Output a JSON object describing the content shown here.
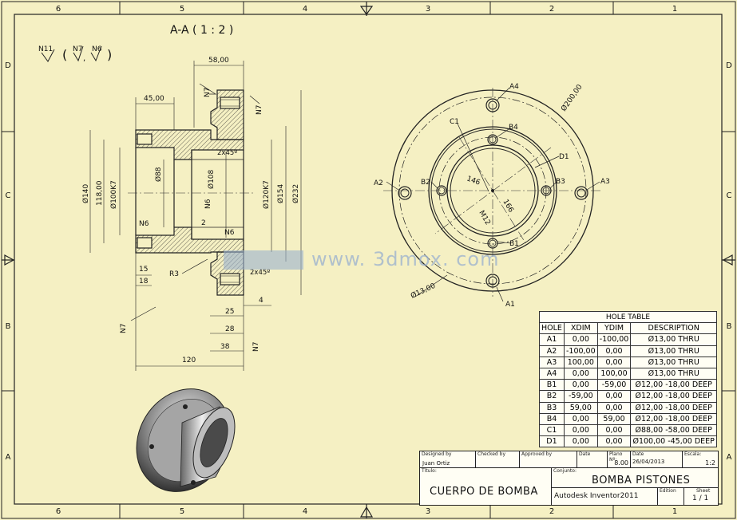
{
  "sheet": {
    "zone_columns": [
      "6",
      "5",
      "4",
      "3",
      "2",
      "1"
    ],
    "zone_rows": [
      "D",
      "C",
      "B",
      "A"
    ]
  },
  "section_view": {
    "title": "A-A ( 1 : 2 )",
    "surface_symbols": [
      "N11",
      "N7",
      "N6"
    ],
    "dims": {
      "d58": "58,00",
      "d45": "45,00",
      "chamfer_top": "2x45º",
      "chamfer_bottom": "2x45º",
      "d140": "Ø140",
      "d118": "118,00",
      "d100k7": "Ø100K7",
      "d88": "Ø88",
      "d108": "Ø108",
      "d120k7": "Ø120K7",
      "d154": "Ø154",
      "d232": "Ø232",
      "n6_a": "N6",
      "n6_b": "N6",
      "n6_c": "N6",
      "n7_a": "N7",
      "n7_b": "N7",
      "n7_c": "N7",
      "n7_d": "N7",
      "two": "2",
      "d15": "15",
      "d18": "18",
      "r3": "R3",
      "d25": "25",
      "d4": "4",
      "d28": "28",
      "d38": "38",
      "d120": "120"
    }
  },
  "front_view": {
    "labels": {
      "a1": "A1",
      "a2": "A2",
      "a3": "A3",
      "a4": "A4",
      "b1": "B1",
      "b2": "B2",
      "b3": "B3",
      "b4": "B4",
      "c1": "C1",
      "d1": "D1",
      "d200": "Ø200,00",
      "d13": "Ø13,00",
      "r146": "146",
      "r166": "166",
      "m12": "M12"
    }
  },
  "watermark": "www. 3dmox. com",
  "hole_table": {
    "caption": "HOLE TABLE",
    "headers": [
      "HOLE",
      "XDIM",
      "YDIM",
      "DESCRIPTION"
    ],
    "rows": [
      [
        "A1",
        "0,00",
        "-100,00",
        "Ø13,00 THRU"
      ],
      [
        "A2",
        "-100,00",
        "0,00",
        "Ø13,00 THRU"
      ],
      [
        "A3",
        "100,00",
        "0,00",
        "Ø13,00 THRU"
      ],
      [
        "A4",
        "0,00",
        "100,00",
        "Ø13,00 THRU"
      ],
      [
        "B1",
        "0,00",
        "-59,00",
        "Ø12,00 -18,00 DEEP"
      ],
      [
        "B2",
        "-59,00",
        "0,00",
        "Ø12,00 -18,00 DEEP"
      ],
      [
        "B3",
        "59,00",
        "0,00",
        "Ø12,00 -18,00 DEEP"
      ],
      [
        "B4",
        "0,00",
        "59,00",
        "Ø12,00 -18,00 DEEP"
      ],
      [
        "C1",
        "0,00",
        "0,00",
        "Ø88,00 -58,00 DEEP"
      ],
      [
        "D1",
        "0,00",
        "0,00",
        "Ø100,00 -45,00 DEEP"
      ]
    ]
  },
  "title_block": {
    "designed_by_label": "Designed by",
    "designed_by": "Juan Ortiz",
    "checked_by_label": "Checked by",
    "approved_by_label": "Approved by",
    "date_label": "Date",
    "plano_label": "Plano Nº:",
    "plano": "8.00",
    "date2_label": "Date",
    "date": "26/04/2013",
    "escala_label": "Escala:",
    "escala": "1:2",
    "titulo_label": "Título:",
    "titulo": "CUERPO DE BOMBA",
    "conjunto_label": "Conjunto:",
    "conjunto": "BOMBA PISTONES",
    "software": "Autodesk Inventor2011",
    "edition_label": "Edition",
    "sheet_label": "Sheet",
    "sheet": "1 / 1"
  }
}
